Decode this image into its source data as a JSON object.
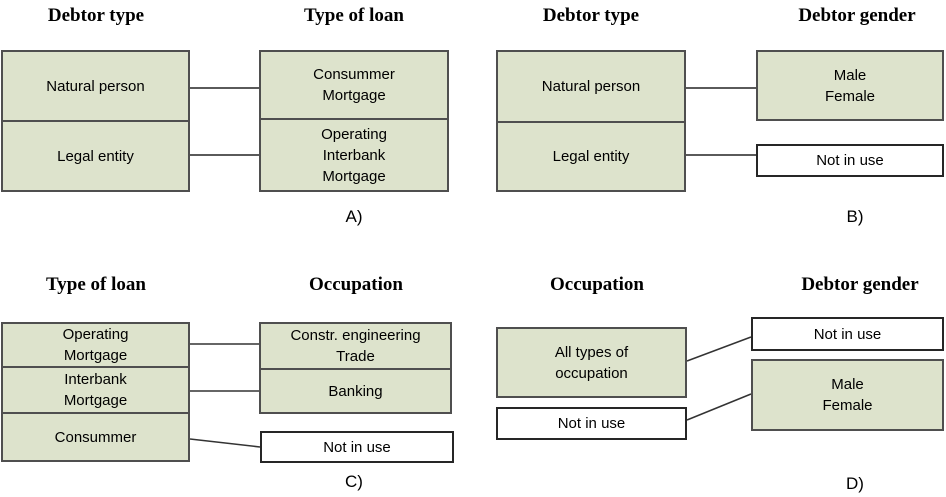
{
  "colors": {
    "box_fill_green": "#dde3cc",
    "box_fill_white": "#ffffff",
    "box_border_green": "#4f4f4f",
    "box_border_white": "#262626",
    "connector": "#5a5a5a",
    "connector_thin": "#333333"
  },
  "panels": {
    "a": {
      "label": "A)",
      "left": {
        "header": "Debtor type",
        "boxes": [
          {
            "lines": [
              "Natural person"
            ],
            "filled": true
          },
          {
            "lines": [
              "Legal entity"
            ],
            "filled": true
          }
        ]
      },
      "right": {
        "header": "Type of loan",
        "boxes": [
          {
            "lines": [
              "Consummer",
              "Mortgage"
            ],
            "filled": true
          },
          {
            "lines": [
              "Operating",
              "Interbank",
              "Mortgage"
            ],
            "filled": true
          }
        ]
      }
    },
    "b": {
      "label": "B)",
      "left": {
        "header": "Debtor type",
        "boxes": [
          {
            "lines": [
              "Natural person"
            ],
            "filled": true
          },
          {
            "lines": [
              "Legal entity"
            ],
            "filled": true
          }
        ]
      },
      "right": {
        "header": "Debtor gender",
        "boxes": [
          {
            "lines": [
              "Male",
              "Female"
            ],
            "filled": true
          },
          {
            "lines": [
              "Not in use"
            ],
            "filled": false
          }
        ]
      }
    },
    "c": {
      "label": "C)",
      "left": {
        "header": "Type of loan",
        "boxes": [
          {
            "lines": [
              "Operating",
              "Mortgage"
            ],
            "filled": true
          },
          {
            "lines": [
              "Interbank",
              "Mortgage"
            ],
            "filled": true
          },
          {
            "lines": [
              "Consummer"
            ],
            "filled": true
          }
        ]
      },
      "right": {
        "header": "Occupation",
        "boxes": [
          {
            "lines": [
              "Constr. engineering",
              "Trade"
            ],
            "filled": true
          },
          {
            "lines": [
              "Banking"
            ],
            "filled": true
          },
          {
            "lines": [
              "Not in use"
            ],
            "filled": false
          }
        ]
      }
    },
    "d": {
      "label": "D)",
      "left": {
        "header": "Occupation",
        "boxes": [
          {
            "lines": [
              "All types of",
              "occupation"
            ],
            "filled": true
          },
          {
            "lines": [
              "Not in use"
            ],
            "filled": false
          }
        ]
      },
      "right": {
        "header": "Debtor gender",
        "boxes": [
          {
            "lines": [
              "Not in use"
            ],
            "filled": false
          },
          {
            "lines": [
              "Male",
              "Female"
            ],
            "filled": true
          }
        ]
      }
    }
  }
}
